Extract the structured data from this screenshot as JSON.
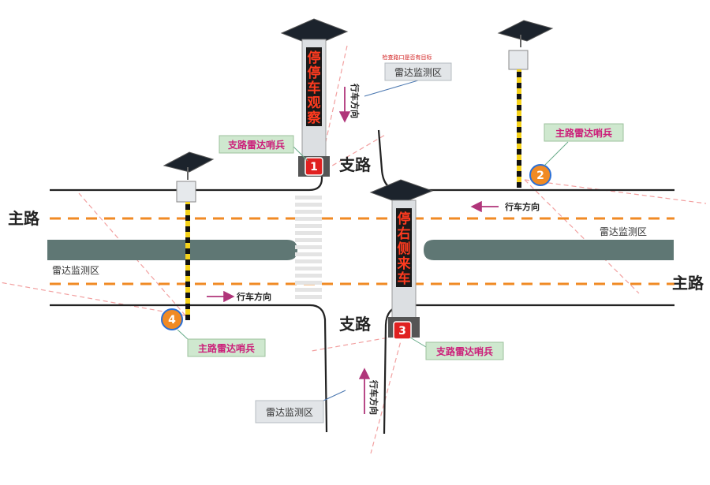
{
  "roads": {
    "main_road_left": "主路",
    "main_road_right": "主路",
    "branch_road_top": "支路",
    "branch_road_bottom": "支路"
  },
  "direction_labels": {
    "top": "行车方向",
    "right": "行车方向",
    "left": "行车方向",
    "bottom": "行车方向"
  },
  "radar_zones": {
    "top": "雷达监测区",
    "right": "雷达监测区",
    "left": "雷达监测区",
    "bottom": "雷达监测区"
  },
  "sentinels": [
    {
      "number": "1",
      "label": "支路雷达哨兵",
      "badge_style": "square-red"
    },
    {
      "number": "2",
      "label": "主路雷达哨兵",
      "badge_style": "circle-orange"
    },
    {
      "number": "3",
      "label": "支路雷达哨兵",
      "badge_style": "square-red"
    },
    {
      "number": "4",
      "label": "主路雷达哨兵",
      "badge_style": "circle-orange"
    }
  ],
  "signs": {
    "top": [
      "停",
      "停",
      "车",
      "观",
      "察"
    ],
    "bottom": [
      "停",
      "右",
      "侧",
      "来",
      "车"
    ]
  },
  "top_small_caption": "检查路口是否有目标",
  "colors": {
    "lane_dash": "#f08a24",
    "median": "#5f7774",
    "radar_line": "#f2a0a0",
    "arrow": "#b0357a",
    "label_bg": "#cfe8cf",
    "zone_bg": "#e2e5e8",
    "sentinel_text": "#cc1f7a"
  }
}
